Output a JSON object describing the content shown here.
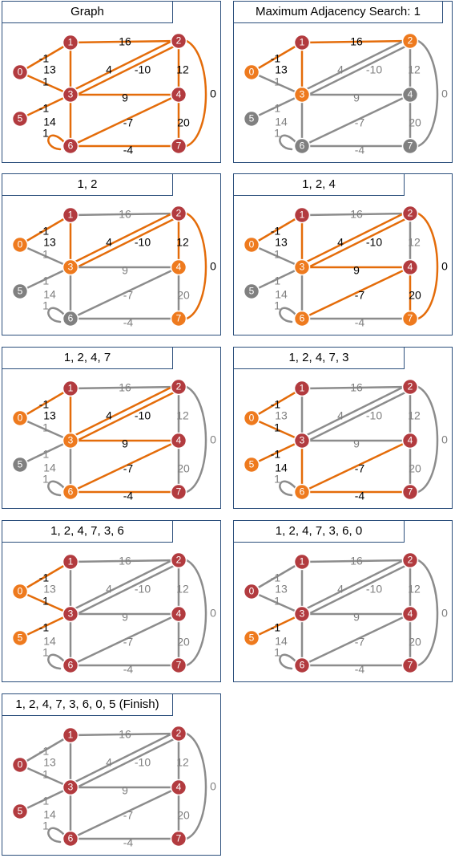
{
  "colors": {
    "red": "#b23b3f",
    "orange": "#ee7a1e",
    "grey": "#808080",
    "edge_orange": "#e46c0a",
    "edge_grey": "#8c8c8c",
    "border": "#2c4f7c"
  },
  "graph": {
    "nodes": [
      "0",
      "1",
      "2",
      "3",
      "4",
      "5",
      "6",
      "7"
    ],
    "edges": [
      {
        "id": "e01",
        "label": "-1"
      },
      {
        "id": "e03",
        "label": "1"
      },
      {
        "id": "e53",
        "label": "-1"
      },
      {
        "id": "e66",
        "label": "1"
      },
      {
        "id": "e12",
        "label": "16"
      },
      {
        "id": "e13",
        "label": "13"
      },
      {
        "id": "e32a",
        "label": "4"
      },
      {
        "id": "e32b",
        "label": "-10"
      },
      {
        "id": "e34",
        "label": "9"
      },
      {
        "id": "e24",
        "label": "12"
      },
      {
        "id": "e36",
        "label": "14"
      },
      {
        "id": "e64",
        "label": "-7"
      },
      {
        "id": "e47",
        "label": "20"
      },
      {
        "id": "e67",
        "label": "-4"
      },
      {
        "id": "e27",
        "label": "0"
      }
    ]
  },
  "panels": [
    {
      "title": "Graph",
      "nodes": {
        "0": "red",
        "1": "red",
        "2": "red",
        "3": "red",
        "4": "red",
        "5": "red",
        "6": "red",
        "7": "red"
      },
      "edges": {
        "e01": "orange",
        "e03": "orange",
        "e53": "orange",
        "e66": "orange",
        "e12": "orange",
        "e13": "orange",
        "e32a": "orange",
        "e32b": "orange",
        "e34": "orange",
        "e24": "orange",
        "e36": "orange",
        "e64": "orange",
        "e47": "orange",
        "e67": "orange",
        "e27": "orange"
      },
      "labels": {
        "e01": "black",
        "e03": "black",
        "e53": "black",
        "e66": "black",
        "e12": "black",
        "e13": "black",
        "e32a": "black",
        "e32b": "black",
        "e34": "black",
        "e24": "black",
        "e36": "black",
        "e64": "black",
        "e47": "black",
        "e67": "black",
        "e27": "black"
      }
    },
    {
      "title": "Maximum Adjacency Search: 1",
      "nodes": {
        "0": "orange",
        "1": "red",
        "2": "orange",
        "3": "orange",
        "4": "grey",
        "5": "grey",
        "6": "grey",
        "7": "grey"
      },
      "edges": {
        "e01": "orange",
        "e03": "grey",
        "e53": "grey",
        "e66": "grey",
        "e12": "orange",
        "e13": "orange",
        "e32a": "grey",
        "e32b": "grey",
        "e34": "grey",
        "e24": "grey",
        "e36": "grey",
        "e64": "grey",
        "e47": "grey",
        "e67": "grey",
        "e27": "grey"
      },
      "labels": {
        "e01": "black",
        "e03": "grey",
        "e53": "grey",
        "e66": "grey",
        "e12": "black",
        "e13": "black",
        "e32a": "grey",
        "e32b": "grey",
        "e34": "grey",
        "e24": "grey",
        "e36": "grey",
        "e64": "grey",
        "e47": "grey",
        "e67": "grey",
        "e27": "grey"
      }
    },
    {
      "title": "1, 2",
      "nodes": {
        "0": "orange",
        "1": "red",
        "2": "red",
        "3": "orange",
        "4": "orange",
        "5": "grey",
        "6": "grey",
        "7": "orange"
      },
      "edges": {
        "e01": "orange",
        "e03": "grey",
        "e53": "grey",
        "e66": "grey",
        "e12": "grey",
        "e13": "orange",
        "e32a": "orange",
        "e32b": "orange",
        "e34": "grey",
        "e24": "orange",
        "e36": "grey",
        "e64": "grey",
        "e47": "grey",
        "e67": "grey",
        "e27": "orange"
      },
      "labels": {
        "e01": "black",
        "e03": "grey",
        "e53": "grey",
        "e66": "grey",
        "e12": "grey",
        "e13": "black",
        "e32a": "black",
        "e32b": "black",
        "e34": "grey",
        "e24": "black",
        "e36": "grey",
        "e64": "grey",
        "e47": "grey",
        "e67": "grey",
        "e27": "black"
      }
    },
    {
      "title": "1, 2, 4",
      "nodes": {
        "0": "orange",
        "1": "red",
        "2": "red",
        "3": "orange",
        "4": "red",
        "5": "grey",
        "6": "orange",
        "7": "orange"
      },
      "edges": {
        "e01": "orange",
        "e03": "grey",
        "e53": "grey",
        "e66": "grey",
        "e12": "grey",
        "e13": "orange",
        "e32a": "orange",
        "e32b": "orange",
        "e34": "orange",
        "e24": "grey",
        "e36": "grey",
        "e64": "orange",
        "e47": "orange",
        "e67": "grey",
        "e27": "orange"
      },
      "labels": {
        "e01": "black",
        "e03": "grey",
        "e53": "grey",
        "e66": "grey",
        "e12": "grey",
        "e13": "black",
        "e32a": "black",
        "e32b": "black",
        "e34": "black",
        "e24": "grey",
        "e36": "grey",
        "e64": "black",
        "e47": "black",
        "e67": "grey",
        "e27": "black"
      }
    },
    {
      "title": "1, 2, 4, 7",
      "nodes": {
        "0": "orange",
        "1": "red",
        "2": "red",
        "3": "orange",
        "4": "red",
        "5": "grey",
        "6": "orange",
        "7": "red"
      },
      "edges": {
        "e01": "orange",
        "e03": "grey",
        "e53": "grey",
        "e66": "grey",
        "e12": "grey",
        "e13": "orange",
        "e32a": "orange",
        "e32b": "orange",
        "e34": "orange",
        "e24": "grey",
        "e36": "grey",
        "e64": "orange",
        "e47": "grey",
        "e67": "orange",
        "e27": "grey"
      },
      "labels": {
        "e01": "black",
        "e03": "grey",
        "e53": "grey",
        "e66": "grey",
        "e12": "grey",
        "e13": "black",
        "e32a": "black",
        "e32b": "black",
        "e34": "black",
        "e24": "grey",
        "e36": "grey",
        "e64": "black",
        "e47": "grey",
        "e67": "black",
        "e27": "grey"
      }
    },
    {
      "title": "1, 2, 4, 7, 3",
      "nodes": {
        "0": "orange",
        "1": "red",
        "2": "red",
        "3": "red",
        "4": "red",
        "5": "orange",
        "6": "orange",
        "7": "red"
      },
      "edges": {
        "e01": "orange",
        "e03": "orange",
        "e53": "orange",
        "e66": "grey",
        "e12": "grey",
        "e13": "grey",
        "e32a": "grey",
        "e32b": "grey",
        "e34": "grey",
        "e24": "grey",
        "e36": "orange",
        "e64": "orange",
        "e47": "grey",
        "e67": "orange",
        "e27": "grey"
      },
      "labels": {
        "e01": "black",
        "e03": "black",
        "e53": "black",
        "e66": "grey",
        "e12": "grey",
        "e13": "grey",
        "e32a": "grey",
        "e32b": "grey",
        "e34": "grey",
        "e24": "grey",
        "e36": "black",
        "e64": "black",
        "e47": "grey",
        "e67": "black",
        "e27": "grey"
      }
    },
    {
      "title": "1, 2, 4, 7, 3, 6",
      "nodes": {
        "0": "orange",
        "1": "red",
        "2": "red",
        "3": "red",
        "4": "red",
        "5": "orange",
        "6": "red",
        "7": "red"
      },
      "edges": {
        "e01": "orange",
        "e03": "orange",
        "e53": "orange",
        "e66": "grey",
        "e12": "grey",
        "e13": "grey",
        "e32a": "grey",
        "e32b": "grey",
        "e34": "grey",
        "e24": "grey",
        "e36": "grey",
        "e64": "grey",
        "e47": "grey",
        "e67": "grey",
        "e27": "grey"
      },
      "labels": {
        "e01": "black",
        "e03": "black",
        "e53": "black",
        "e66": "grey",
        "e12": "grey",
        "e13": "grey",
        "e32a": "grey",
        "e32b": "grey",
        "e34": "grey",
        "e24": "grey",
        "e36": "grey",
        "e64": "grey",
        "e47": "grey",
        "e67": "grey",
        "e27": "grey"
      }
    },
    {
      "title": "1, 2, 4, 7, 3, 6, 0",
      "nodes": {
        "0": "red",
        "1": "red",
        "2": "red",
        "3": "red",
        "4": "red",
        "5": "orange",
        "6": "red",
        "7": "red"
      },
      "edges": {
        "e01": "grey",
        "e03": "grey",
        "e53": "orange",
        "e66": "grey",
        "e12": "grey",
        "e13": "grey",
        "e32a": "grey",
        "e32b": "grey",
        "e34": "grey",
        "e24": "grey",
        "e36": "grey",
        "e64": "grey",
        "e47": "grey",
        "e67": "grey",
        "e27": "grey"
      },
      "labels": {
        "e01": "grey",
        "e03": "grey",
        "e53": "black",
        "e66": "grey",
        "e12": "grey",
        "e13": "grey",
        "e32a": "grey",
        "e32b": "grey",
        "e34": "grey",
        "e24": "grey",
        "e36": "grey",
        "e64": "grey",
        "e47": "grey",
        "e67": "grey",
        "e27": "grey"
      }
    },
    {
      "title": "1, 2, 4, 7, 3, 6, 0, 5 (Finish)",
      "nodes": {
        "0": "red",
        "1": "red",
        "2": "red",
        "3": "red",
        "4": "red",
        "5": "red",
        "6": "red",
        "7": "red"
      },
      "edges": {
        "e01": "grey",
        "e03": "grey",
        "e53": "grey",
        "e66": "grey",
        "e12": "grey",
        "e13": "grey",
        "e32a": "grey",
        "e32b": "grey",
        "e34": "grey",
        "e24": "grey",
        "e36": "grey",
        "e64": "grey",
        "e47": "grey",
        "e67": "grey",
        "e27": "grey"
      },
      "labels": {
        "e01": "grey",
        "e03": "grey",
        "e53": "grey",
        "e66": "grey",
        "e12": "grey",
        "e13": "grey",
        "e32a": "grey",
        "e32b": "grey",
        "e34": "grey",
        "e24": "grey",
        "e36": "grey",
        "e64": "grey",
        "e47": "grey",
        "e67": "grey",
        "e27": "grey"
      }
    }
  ]
}
